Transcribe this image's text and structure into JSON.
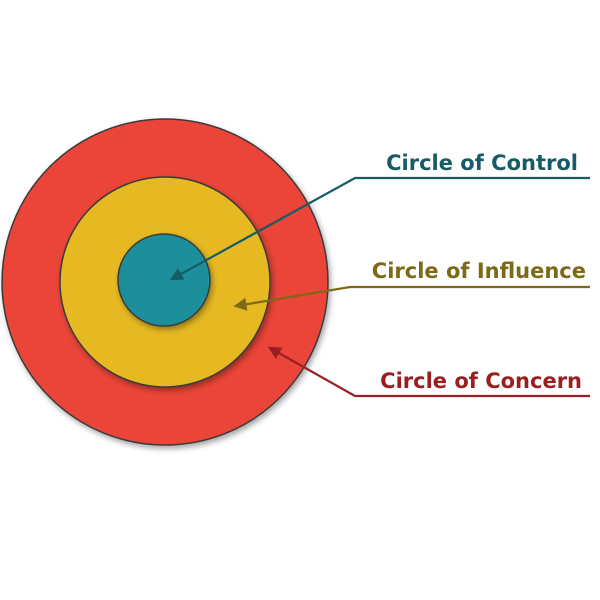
{
  "labels": {
    "control": "Circle of Control",
    "influence": "Circle of Influence",
    "concern": "Circle of Concern"
  },
  "colors": {
    "concern_fill": "#ea4439",
    "concern_text": "#9a1f21",
    "influence_fill": "#e6b923",
    "influence_text": "#7d6a16",
    "control_fill": "#1a8f9a",
    "control_text": "#175c64",
    "outline": "#3a3a3a"
  }
}
